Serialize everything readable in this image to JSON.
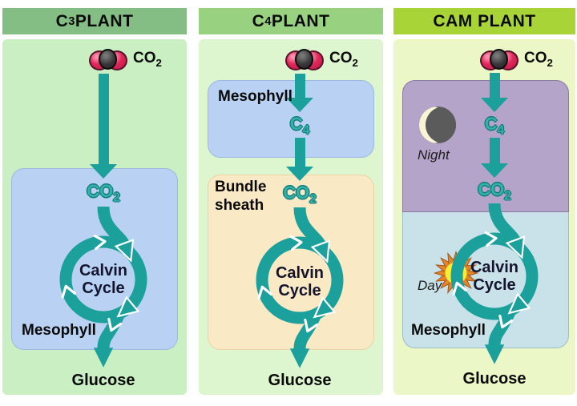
{
  "colors": {
    "teal": "#1ba09c",
    "tealtext": "#35b0ab",
    "tealdark": "#0e7a76",
    "calvinink": "#14142e",
    "p1header": "#84be84",
    "p1body": "#c9efc3",
    "p2header": "#98d17f",
    "p2body": "#def6cf",
    "p3header": "#a8d437",
    "p3body": "#ebf7c6",
    "bluebox": "#b9d2f3",
    "tanbox": "#fae9c5",
    "purplebox": "#b5a4c9",
    "camblue": "#c9e2e9"
  },
  "panels": [
    {
      "header": {
        "base": "C",
        "sub": "3",
        "rest": " PLANT"
      },
      "atm_co2": {
        "base": "CO",
        "sub": "2"
      },
      "box_co2": {
        "base": "CO",
        "sub": "2"
      },
      "calvin": {
        "line1": "Calvin",
        "line2": "Cycle"
      },
      "mesophyll_label": "Mesophyll",
      "glucose": "Glucose"
    },
    {
      "header": {
        "base": "C",
        "sub": "4",
        "rest": " PLANT"
      },
      "atm_co2": {
        "base": "CO",
        "sub": "2"
      },
      "mesophyll_label": "Mesophyll",
      "c4": {
        "base": "C",
        "sub": "4"
      },
      "bundle_label": {
        "line1": "Bundle",
        "line2": "sheath"
      },
      "box_co2": {
        "base": "CO",
        "sub": "2"
      },
      "calvin": {
        "line1": "Calvin",
        "line2": "Cycle"
      },
      "glucose": "Glucose"
    },
    {
      "header": {
        "base": "CAM PLANT",
        "sub": "",
        "rest": ""
      },
      "atm_co2": {
        "base": "CO",
        "sub": "2"
      },
      "night_label": "Night",
      "c4": {
        "base": "C",
        "sub": "4"
      },
      "box_co2": {
        "base": "CO",
        "sub": "2"
      },
      "day_label": "Day",
      "calvin": {
        "line1": "Calvin",
        "line2": "Cycle"
      },
      "mesophyll_label": "Mesophyll",
      "glucose": "Glucose"
    }
  ]
}
